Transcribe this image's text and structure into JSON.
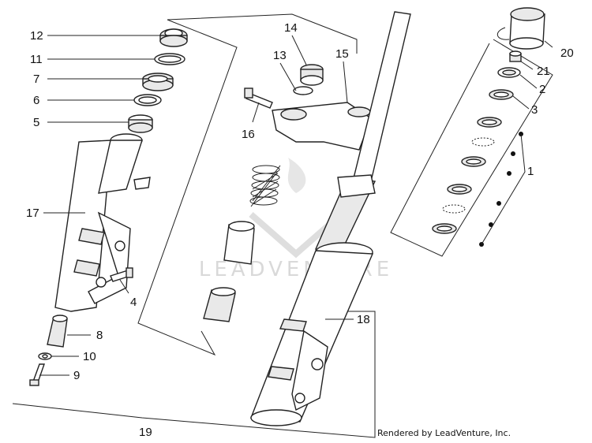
{
  "callouts": [
    {
      "id": "12",
      "text": "12"
    },
    {
      "id": "11",
      "text": "11"
    },
    {
      "id": "7",
      "text": "7"
    },
    {
      "id": "6",
      "text": "6"
    },
    {
      "id": "5",
      "text": "5"
    },
    {
      "id": "17",
      "text": "17"
    },
    {
      "id": "4",
      "text": "4"
    },
    {
      "id": "8",
      "text": "8"
    },
    {
      "id": "10",
      "text": "10"
    },
    {
      "id": "9",
      "text": "9"
    },
    {
      "id": "19",
      "text": "19"
    },
    {
      "id": "14",
      "text": "14"
    },
    {
      "id": "13",
      "text": "13"
    },
    {
      "id": "15",
      "text": "15"
    },
    {
      "id": "16",
      "text": "16"
    },
    {
      "id": "18",
      "text": "18"
    },
    {
      "id": "20",
      "text": "20"
    },
    {
      "id": "21",
      "text": "21"
    },
    {
      "id": "2",
      "text": "2"
    },
    {
      "id": "3",
      "text": "3"
    },
    {
      "id": "1",
      "text": "1"
    }
  ],
  "watermark": {
    "text": "LEADVENTURE"
  },
  "credit": {
    "text": "Rendered by LeadVenture, Inc."
  }
}
